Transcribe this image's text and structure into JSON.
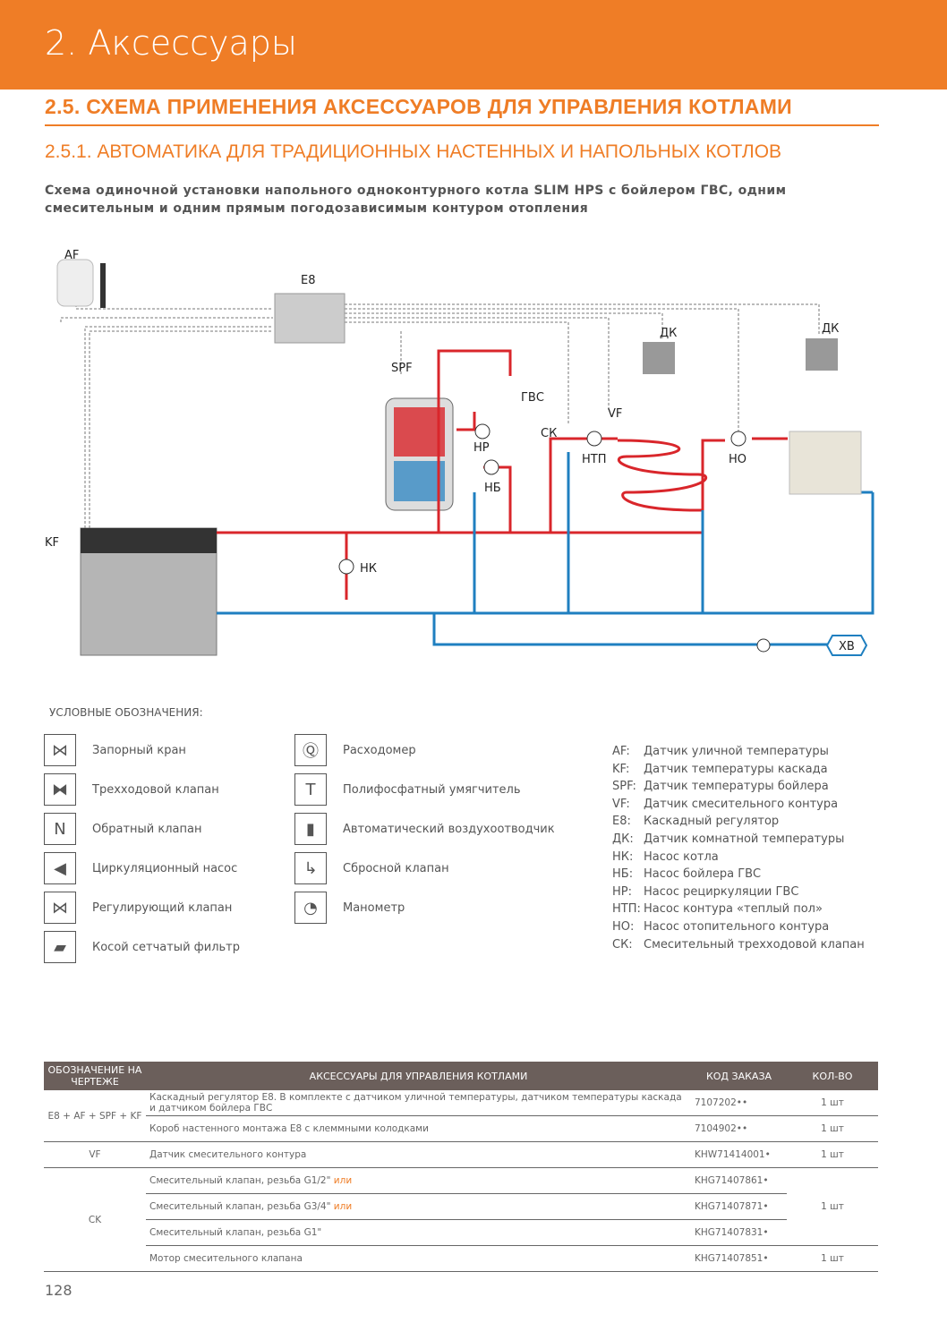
{
  "header": {
    "chapter": "2. Аксессуары"
  },
  "section": {
    "title": "2.5. СХЕМА ПРИМЕНЕНИЯ АКСЕССУАРОВ ДЛЯ УПРАВЛЕНИЯ КОТЛАМИ",
    "subtitle": "2.5.1. АВТОМАТИКА ДЛЯ ТРАДИЦИОННЫХ НАСТЕННЫХ И НАПОЛЬНЫХ КОТЛОВ",
    "description": "Схема одиночной установки напольного одноконтурного котла SLIM HPS с бойлером ГВС, одним смесительным и одним прямым погодозависимым контуром отопления"
  },
  "diagram": {
    "labels": {
      "af": "AF",
      "e8": "E8",
      "dk1": "ДК",
      "dk2": "ДК",
      "spf": "SPF",
      "gvs": "ГВС",
      "hp": "НР",
      "hb": "НБ",
      "ck": "СК",
      "vf": "VF",
      "htp": "НТП",
      "ho": "НО",
      "kf": "KF",
      "hk": "НК",
      "xb": "ХВ"
    },
    "colors": {
      "supply": "#d9262b",
      "return": "#1f7fc0",
      "control": "#777777"
    }
  },
  "legend": {
    "title": "УСЛОВНЫЕ ОБОЗНАЧЕНИЯ:",
    "items": [
      {
        "icon": "shutoff-valve-icon",
        "glyph": "⋈",
        "label": "Запорный кран"
      },
      {
        "icon": "three-way-valve-icon",
        "glyph": "⧓",
        "label": "Трехходовой клапан"
      },
      {
        "icon": "check-valve-icon",
        "glyph": "N",
        "label": "Обратный клапан"
      },
      {
        "icon": "circulation-pump-icon",
        "glyph": "◀",
        "label": "Циркуляционный насос"
      },
      {
        "icon": "balancing-valve-icon",
        "glyph": "⋈",
        "label": "Регулирующий клапан"
      },
      {
        "icon": "y-strainer-icon",
        "glyph": "▰",
        "label": "Косой сетчатый фильтр"
      },
      {
        "icon": "flow-meter-icon",
        "glyph": "Ⓠ",
        "label": "Расходомер"
      },
      {
        "icon": "softener-icon",
        "glyph": "T",
        "label": "Полифосфатный умягчитель"
      },
      {
        "icon": "air-vent-icon",
        "glyph": "▮",
        "label": "Автоматический воздухоотводчик"
      },
      {
        "icon": "relief-valve-icon",
        "glyph": "↳",
        "label": "Сбросной клапан"
      },
      {
        "icon": "manometer-icon",
        "glyph": "◔",
        "label": "Манометр"
      }
    ]
  },
  "abbreviations": [
    {
      "k": "AF:",
      "v": "Датчик уличной температуры"
    },
    {
      "k": "KF:",
      "v": "Датчик температуры каскада"
    },
    {
      "k": "SPF:",
      "v": "Датчик температуры бойлера"
    },
    {
      "k": "VF:",
      "v": "Датчик смесительного контура"
    },
    {
      "k": "E8:",
      "v": "Каскадный регулятор"
    },
    {
      "k": "ДК:",
      "v": "Датчик комнатной температуры"
    },
    {
      "k": "НК:",
      "v": "Насос котла"
    },
    {
      "k": "НБ:",
      "v": "Насос бойлера ГВС"
    },
    {
      "k": "НР:",
      "v": "Насос рециркуляции ГВС"
    },
    {
      "k": "НТП:",
      "v": "Насос контура «теплый пол»"
    },
    {
      "k": "НО:",
      "v": "Насос отопительного контура"
    },
    {
      "k": "СК:",
      "v": "Смесительный трехходовой клапан"
    }
  ],
  "table": {
    "headers": [
      "ОБОЗНАЧЕНИЕ НА ЧЕРТЕЖЕ",
      "АКСЕССУАРЫ ДЛЯ УПРАВЛЕНИЯ КОТЛАМИ",
      "КОД ЗАКАЗА",
      "КОЛ-ВО"
    ],
    "groups": [
      "E8 + AF + SPF + KF",
      "VF",
      "CK"
    ],
    "rows": [
      {
        "desc": "Каскадный регулятор E8. В комплекте с датчиком уличной температуры, датчиком температуры каскада и датчиком бойлера ГВС",
        "code": "7107202••",
        "qty": "1 шт"
      },
      {
        "desc": "Короб настенного монтажа E8 с клеммными колодками",
        "code": "7104902••",
        "qty": "1 шт"
      },
      {
        "desc": "Датчик смесительного контура",
        "code": "KHW71414001•",
        "qty": "1 шт"
      },
      {
        "desc": "Смесительный клапан, резьба G1/2\"",
        "or": "или",
        "code": "KHG71407861•",
        "qty": "1 шт"
      },
      {
        "desc": "Смесительный клапан, резьба G3/4\"",
        "or": "или",
        "code": "KHG71407871•"
      },
      {
        "desc": "Смесительный клапан, резьба G1\"",
        "code": "KHG71407831•"
      },
      {
        "desc": "Мотор смесительного клапана",
        "code": "KHG71407851•",
        "qty": "1 шт"
      }
    ]
  },
  "page_number": "128"
}
